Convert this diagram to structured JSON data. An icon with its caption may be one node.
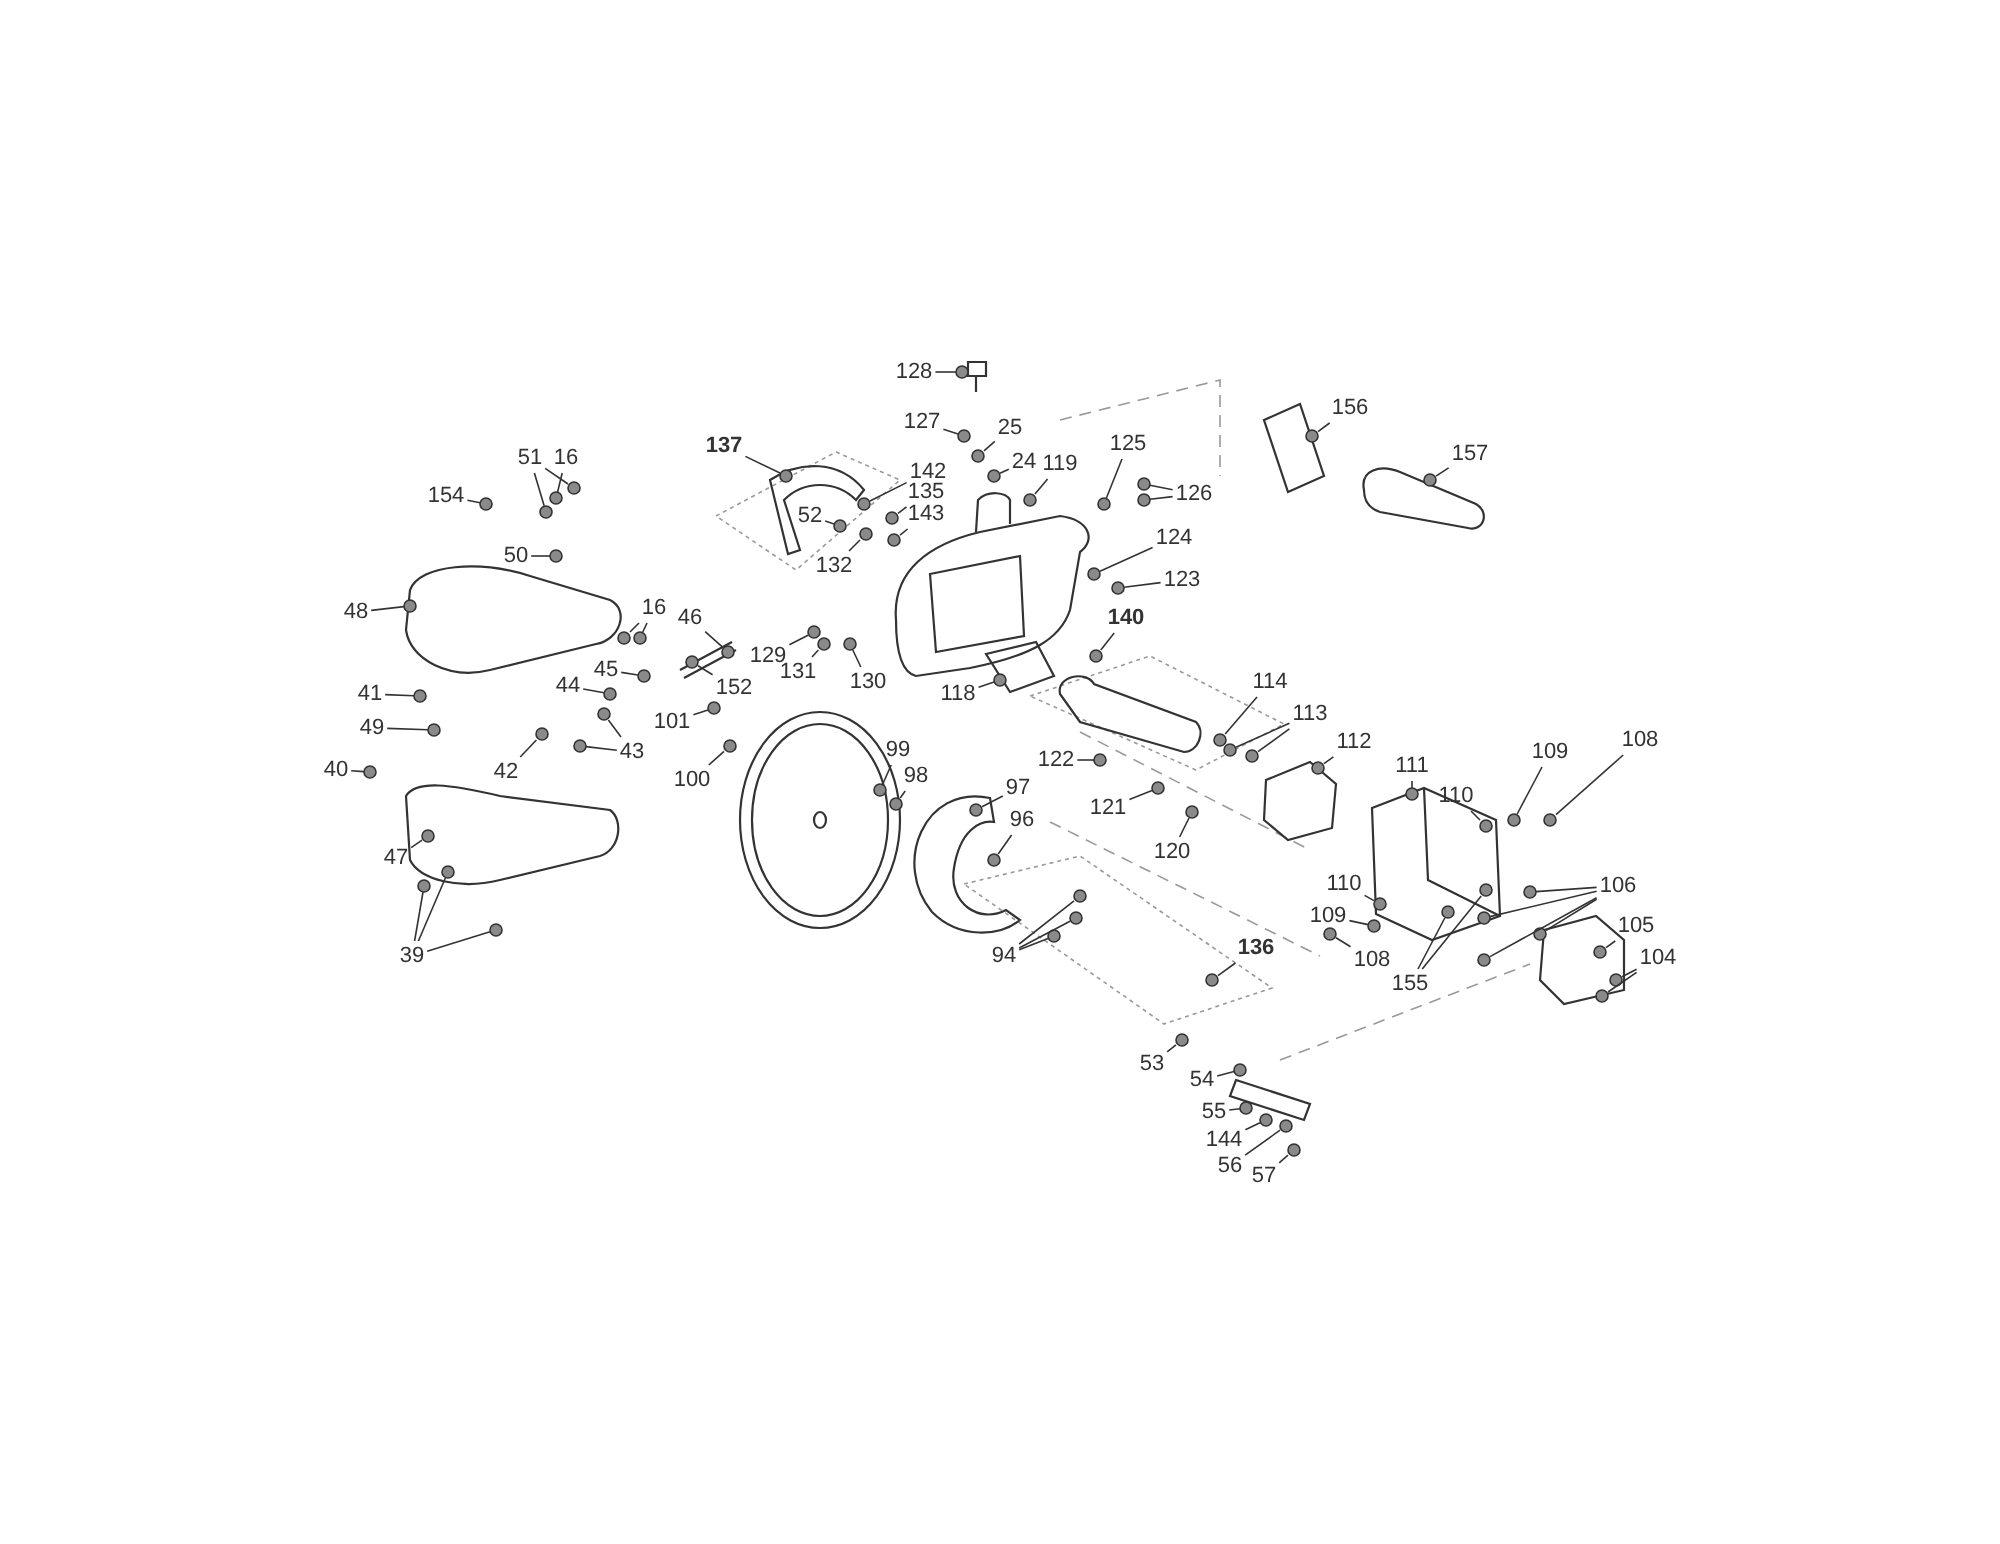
{
  "diagram": {
    "nodes": [
      {
        "text": [
          "128"
        ]
      },
      {
        "text": [
          "127"
        ]
      },
      {
        "text": [
          "25"
        ]
      },
      {
        "text": [
          "24"
        ]
      },
      {
        "text": [
          "137"
        ]
      },
      {
        "text": [
          "51"
        ]
      },
      {
        "text": [
          "16"
        ]
      },
      {
        "text": [
          "142"
        ]
      },
      {
        "text": [
          "119"
        ]
      },
      {
        "text": [
          "125"
        ]
      },
      {
        "text": [
          "126"
        ]
      },
      {
        "text": [
          "156"
        ]
      },
      {
        "text": [
          "157"
        ]
      },
      {
        "text": [
          "154"
        ]
      },
      {
        "text": [
          "52"
        ]
      },
      {
        "text": [
          "135"
        ]
      },
      {
        "text": [
          "143"
        ]
      },
      {
        "text": [
          "132"
        ]
      },
      {
        "text": [
          "50"
        ]
      },
      {
        "text": [
          "124"
        ]
      },
      {
        "text": [
          "123"
        ]
      },
      {
        "text": [
          "48"
        ]
      },
      {
        "text": [
          "16"
        ]
      },
      {
        "text": [
          "46"
        ]
      },
      {
        "text": [
          "140"
        ]
      },
      {
        "text": [
          "129"
        ]
      },
      {
        "text": [
          "131"
        ]
      },
      {
        "text": [
          "118"
        ]
      },
      {
        "text": [
          "130"
        ]
      },
      {
        "text": [
          "45"
        ]
      },
      {
        "text": [
          "152"
        ]
      },
      {
        "text": [
          "44"
        ]
      },
      {
        "text": [
          "41"
        ]
      },
      {
        "text": [
          "114"
        ]
      },
      {
        "text": [
          "113"
        ]
      },
      {
        "text": [
          "49"
        ]
      },
      {
        "text": [
          "101"
        ]
      },
      {
        "text": [
          "43"
        ]
      },
      {
        "text": [
          "42"
        ]
      },
      {
        "text": [
          "112"
        ]
      },
      {
        "text": [
          "100"
        ]
      },
      {
        "text": [
          "122"
        ]
      },
      {
        "text": [
          "99"
        ]
      },
      {
        "text": [
          "111"
        ]
      },
      {
        "text": [
          "109"
        ]
      },
      {
        "text": [
          "108"
        ]
      },
      {
        "text": [
          "40"
        ]
      },
      {
        "text": [
          "98"
        ]
      },
      {
        "text": [
          "97"
        ]
      },
      {
        "text": [
          "121"
        ]
      },
      {
        "text": [
          "110"
        ]
      },
      {
        "text": [
          "96"
        ]
      },
      {
        "text": [
          "47"
        ]
      },
      {
        "text": [
          "120"
        ]
      },
      {
        "text": [
          "106"
        ]
      },
      {
        "text": [
          "110"
        ]
      },
      {
        "text": [
          "109"
        ]
      },
      {
        "text": [
          "94"
        ]
      },
      {
        "text": [
          "136"
        ]
      },
      {
        "text": [
          "108"
        ]
      },
      {
        "text": [
          "155"
        ]
      },
      {
        "text": [
          "105"
        ]
      },
      {
        "text": [
          "104"
        ]
      },
      {
        "text": [
          "39"
        ]
      },
      {
        "text": [
          "53"
        ]
      },
      {
        "text": [
          "54"
        ]
      },
      {
        "text": [
          "55"
        ]
      },
      {
        "text": [
          "144"
        ]
      },
      {
        "text": [
          "56"
        ]
      },
      {
        "text": [
          "57"
        ]
      },
      {
        "text": [],
        "shape": "circle"
      },
      {
        "text": [],
        "shape": "circle"
      },
      {
        "text": [],
        "shape": "circle"
      },
      {
        "text": [],
        "shape": "circle"
      },
      {
        "text": [],
        "shape": "circle"
      },
      {
        "text": [],
        "shape": "circle"
      },
      {
        "text": [],
        "shape": "circle"
      },
      {
        "text": [],
        "shape": "circle"
      },
      {
        "text": [],
        "shape": "circle"
      },
      {
        "text": [],
        "shape": "circle"
      },
      {
        "text": [],
        "shape": "circle"
      },
      {
        "text": [],
        "shape": "circle"
      },
      {
        "text": [],
        "shape": "circle"
      },
      {
        "text": [],
        "shape": "circle"
      },
      {
        "text": [],
        "shape": "circle"
      },
      {
        "text": [],
        "shape": "circle"
      },
      {
        "text": [],
        "shape": "circle"
      },
      {
        "text": [],
        "shape": "circle"
      },
      {
        "text": [],
        "shape": "circle"
      },
      {
        "text": [],
        "shape": "circle"
      },
      {
        "text": [],
        "shape": "circle"
      },
      {
        "text": [],
        "shape": "circle"
      },
      {
        "text": [],
        "shape": "circle"
      },
      {
        "text": [],
        "shape": "circle"
      },
      {
        "text": [],
        "shape": "circle"
      },
      {
        "text": [],
        "shape": "circle"
      },
      {
        "text": [],
        "shape": "circle"
      },
      {
        "text": [],
        "shape": "circle"
      },
      {
        "text": [],
        "shape": "circle"
      },
      {
        "text": [],
        "shape": "circle"
      },
      {
        "text": [],
        "shape": "circle"
      },
      {
        "text": [],
        "shape": "circle"
      },
      {
        "text": [],
        "shape": "circle"
      },
      {
        "text": [],
        "shape": "circle"
      },
      {
        "text": [],
        "shape": "circle"
      },
      {
        "text": [],
        "shape": "circle"
      },
      {
        "text": [],
        "shape": "circle"
      },
      {
        "text": [],
        "shape": "circle"
      },
      {
        "text": [],
        "shape": "circle"
      },
      {
        "text": [],
        "shape": "circle"
      },
      {
        "text": [],
        "shape": "circle"
      },
      {
        "text": [],
        "shape": "circle"
      },
      {
        "text": [],
        "shape": "circle"
      },
      {
        "text": [],
        "shape": "circle"
      },
      {
        "text": [],
        "shape": "circle"
      },
      {
        "text": [],
        "shape": "circle"
      },
      {
        "text": [],
        "shape": "circle"
      },
      {
        "text": [],
        "shape": "circle"
      },
      {
        "text": [],
        "shape": "circle"
      },
      {
        "text": [],
        "shape": "circle"
      },
      {
        "text": [],
        "shape": "circle"
      },
      {
        "text": [],
        "shape": "circle"
      },
      {
        "text": [],
        "shape": "circle"
      },
      {
        "text": [],
        "shape": "circle"
      },
      {
        "text": [],
        "shape": "circle"
      },
      {
        "text": [],
        "shape": "circle"
      },
      {
        "text": [],
        "shape": "circle"
      },
      {
        "text": [],
        "shape": "circle"
      },
      {
        "text": [],
        "shape": "circle"
      },
      {
        "text": [],
        "shape": "circle"
      },
      {
        "text": [],
        "shape": "circle"
      },
      {
        "text": [],
        "shape": "circle"
      },
      {
        "text": [],
        "shape": "circle"
      },
      {
        "text": [],
        "shape": "circle"
      },
      {
        "text": [],
        "shape": "circle"
      },
      {
        "text": [],
        "shape": "circle"
      },
      {
        "text": [],
        "shape": "circle"
      },
      {
        "text": [],
        "shape": "circle"
      },
      {
        "text": [],
        "shape": "circle"
      },
      {
        "text": [],
        "shape": "circle"
      },
      {
        "text": [],
        "shape": "circle"
      },
      {
        "text": [],
        "shape": "circle"
      },
      {
        "text": [],
        "shape": "circle"
      },
      {
        "text": [],
        "shape": "circle"
      },
      {
        "text": [],
        "shape": "circle"
      },
      {
        "text": [],
        "shape": "circle"
      },
      {
        "text": [],
        "shape": "circle"
      },
      {
        "text": [],
        "shape": "circle"
      },
      {
        "text": [],
        "shape": "circle"
      },
      {
        "text": [],
        "shape": "circle"
      },
      {
        "text": [],
        "shape": "circle"
      },
      {
        "text": [],
        "shape": "circle"
      },
      {
        "text": [],
        "shape": "circle"
      },
      {
        "text": [],
        "shape": "circle"
      }
    ],
    "edges": [
      {
        "from": 0,
        "to": 70,
        "arrow": "none"
      },
      {
        "from": 1,
        "to": 71,
        "arrow": "none"
      },
      {
        "from": 2,
        "to": 72,
        "arrow": "none"
      },
      {
        "from": 3,
        "to": 73,
        "arrow": "none"
      },
      {
        "from": 4,
        "to": 74,
        "arrow": "none"
      },
      {
        "from": 5,
        "to": 75,
        "arrow": "none"
      },
      {
        "from": 5,
        "to": 76,
        "arrow": "none"
      },
      {
        "from": 6,
        "to": 77,
        "arrow": "none"
      },
      {
        "from": 7,
        "to": 78,
        "arrow": "none"
      },
      {
        "from": 8,
        "to": 79,
        "arrow": "none"
      },
      {
        "from": 9,
        "to": 80,
        "arrow": "none"
      },
      {
        "from": 10,
        "to": 81,
        "arrow": "none"
      },
      {
        "from": 10,
        "to": 82,
        "arrow": "none"
      },
      {
        "from": 11,
        "to": 83,
        "arrow": "none"
      },
      {
        "from": 12,
        "to": 84,
        "arrow": "none"
      },
      {
        "from": 13,
        "to": 85,
        "arrow": "none"
      },
      {
        "from": 14,
        "to": 86,
        "arrow": "none"
      },
      {
        "from": 15,
        "to": 87,
        "arrow": "none"
      },
      {
        "from": 16,
        "to": 88,
        "arrow": "none"
      },
      {
        "from": 17,
        "to": 89,
        "arrow": "none"
      },
      {
        "from": 18,
        "to": 90,
        "arrow": "none"
      },
      {
        "from": 19,
        "to": 91,
        "arrow": "none"
      },
      {
        "from": 20,
        "to": 92,
        "arrow": "none"
      },
      {
        "from": 21,
        "to": 93,
        "arrow": "none"
      },
      {
        "from": 22,
        "to": 94,
        "arrow": "none"
      },
      {
        "from": 22,
        "to": 95,
        "arrow": "none"
      },
      {
        "from": 23,
        "to": 96,
        "arrow": "none"
      },
      {
        "from": 24,
        "to": 97,
        "arrow": "none"
      },
      {
        "from": 25,
        "to": 98,
        "arrow": "none"
      },
      {
        "from": 26,
        "to": 99,
        "arrow": "none"
      },
      {
        "from": 27,
        "to": 100,
        "arrow": "none"
      },
      {
        "from": 28,
        "to": 101,
        "arrow": "none"
      },
      {
        "from": 29,
        "to": 102,
        "arrow": "none"
      },
      {
        "from": 30,
        "to": 103,
        "arrow": "none"
      },
      {
        "from": 31,
        "to": 104,
        "arrow": "none"
      },
      {
        "from": 32,
        "to": 105,
        "arrow": "none"
      },
      {
        "from": 33,
        "to": 106,
        "arrow": "none"
      },
      {
        "from": 34,
        "to": 107,
        "arrow": "none"
      },
      {
        "from": 34,
        "to": 108,
        "arrow": "none"
      },
      {
        "from": 35,
        "to": 109,
        "arrow": "none"
      },
      {
        "from": 36,
        "to": 110,
        "arrow": "none"
      },
      {
        "from": 37,
        "to": 111,
        "arrow": "none"
      },
      {
        "from": 37,
        "to": 112,
        "arrow": "none"
      },
      {
        "from": 38,
        "to": 113,
        "arrow": "none"
      },
      {
        "from": 39,
        "to": 114,
        "arrow": "none"
      },
      {
        "from": 40,
        "to": 115,
        "arrow": "none"
      },
      {
        "from": 41,
        "to": 116,
        "arrow": "none"
      },
      {
        "from": 42,
        "to": 117,
        "arrow": "none"
      },
      {
        "from": 43,
        "to": 118,
        "arrow": "none"
      },
      {
        "from": 44,
        "to": 119,
        "arrow": "none"
      },
      {
        "from": 45,
        "to": 120,
        "arrow": "none"
      },
      {
        "from": 46,
        "to": 121,
        "arrow": "none"
      },
      {
        "from": 47,
        "to": 122,
        "arrow": "none"
      },
      {
        "from": 48,
        "to": 123,
        "arrow": "none"
      },
      {
        "from": 49,
        "to": 124,
        "arrow": "none"
      },
      {
        "from": 50,
        "to": 125,
        "arrow": "none"
      },
      {
        "from": 51,
        "to": 126,
        "arrow": "none"
      },
      {
        "from": 52,
        "to": 127,
        "arrow": "none"
      },
      {
        "from": 53,
        "to": 128,
        "arrow": "none"
      },
      {
        "from": 54,
        "to": 129,
        "arrow": "none"
      },
      {
        "from": 54,
        "to": 130,
        "arrow": "none"
      },
      {
        "from": 54,
        "to": 131,
        "arrow": "none"
      },
      {
        "from": 54,
        "to": 132,
        "arrow": "none"
      },
      {
        "from": 55,
        "to": 133,
        "arrow": "none"
      },
      {
        "from": 56,
        "to": 134,
        "arrow": "none"
      },
      {
        "from": 57,
        "to": 135,
        "arrow": "none"
      },
      {
        "from": 57,
        "to": 136,
        "arrow": "none"
      },
      {
        "from": 57,
        "to": 137,
        "arrow": "none"
      },
      {
        "from": 58,
        "to": 138,
        "arrow": "none"
      },
      {
        "from": 59,
        "to": 139,
        "arrow": "none"
      },
      {
        "from": 60,
        "to": 140,
        "arrow": "none"
      },
      {
        "from": 60,
        "to": 141,
        "arrow": "none"
      },
      {
        "from": 61,
        "to": 142,
        "arrow": "none"
      },
      {
        "from": 62,
        "to": 143,
        "arrow": "none"
      },
      {
        "from": 62,
        "to": 144,
        "arrow": "none"
      },
      {
        "from": 63,
        "to": 145,
        "arrow": "none"
      },
      {
        "from": 63,
        "to": 146,
        "arrow": "none"
      },
      {
        "from": 63,
        "to": 147,
        "arrow": "none"
      },
      {
        "from": 64,
        "to": 148,
        "arrow": "none"
      },
      {
        "from": 65,
        "to": 149,
        "arrow": "none"
      },
      {
        "from": 66,
        "to": 150,
        "arrow": "none"
      },
      {
        "from": 67,
        "to": 151,
        "arrow": "none"
      },
      {
        "from": 68,
        "to": 152,
        "arrow": "none"
      },
      {
        "from": 69,
        "to": 153,
        "arrow": "none"
      }
    ]
  }
}
